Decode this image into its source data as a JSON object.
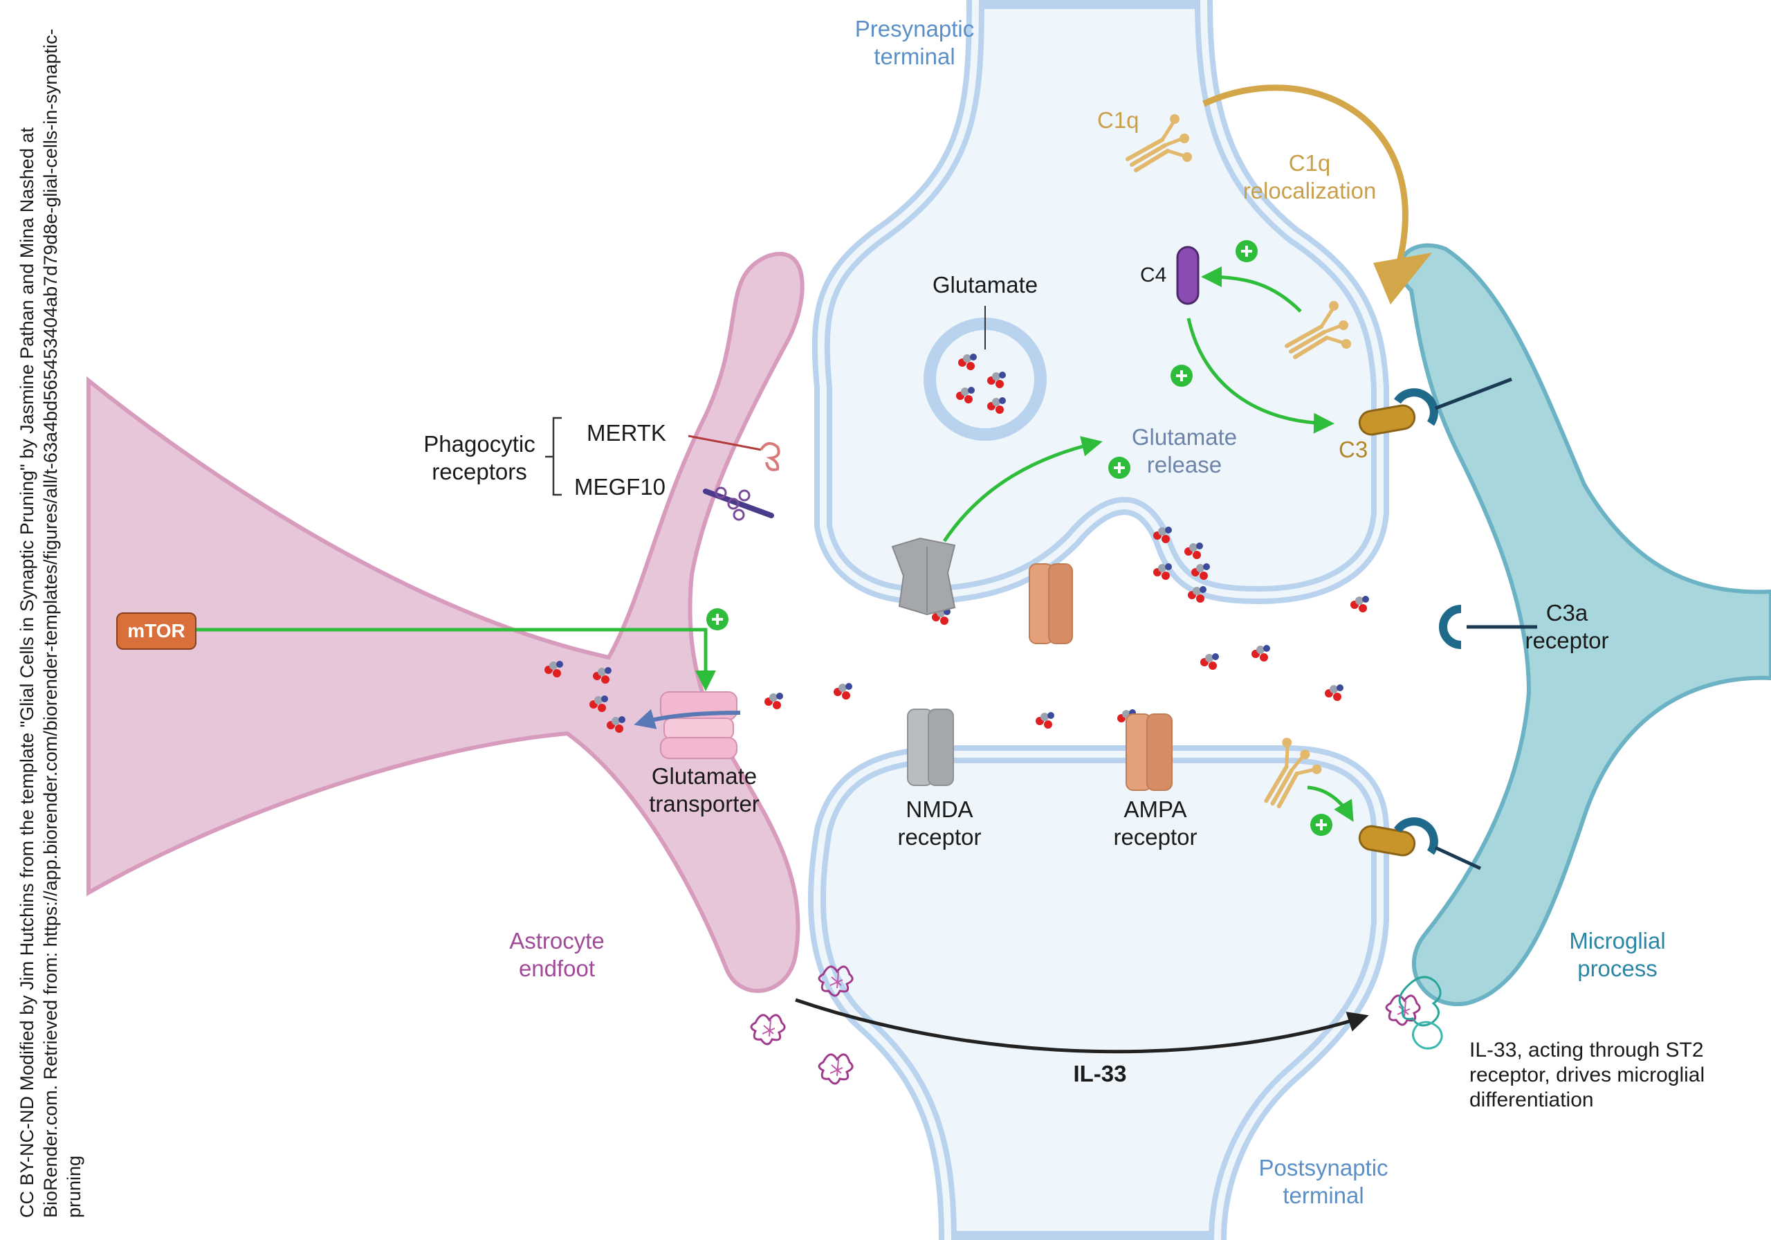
{
  "credit": "CC BY-NC-ND Modified by Jim Hutchins from the template \"Glial Cells in Synaptic Pruning\" by Jasmine Pathan and Mina Nashed at BioRender.com. Retrieved from: https://app.biorender.com/biorender-templates/figures/all/t-63a4bd565453404ab7d79d8e-glial-cells-in-synaptic-pruning",
  "labels": {
    "presynaptic": [
      "Presynaptic",
      "terminal"
    ],
    "postsynaptic": [
      "Postsynaptic",
      "terminal"
    ],
    "astrocyte": [
      "Astrocyte",
      "endfoot"
    ],
    "microglial": [
      "Microglial",
      "process"
    ],
    "c1q": "C1q",
    "c1q_relocalization": [
      "C1q",
      "relocalization"
    ],
    "c4": "C4",
    "c3": "C3",
    "c3a_receptor": [
      "C3a",
      "receptor"
    ],
    "glutamate": "Glutamate",
    "glutamate_release": [
      "Glutamate",
      "release"
    ],
    "phagocytic_receptors": [
      "Phagocytic",
      "receptors"
    ],
    "mertk": "MERTK",
    "megf10": "MEGF10",
    "mtor": "mTOR",
    "glutamate_transporter": [
      "Glutamate",
      "transporter"
    ],
    "nmda_receptor": [
      "NMDA",
      "receptor"
    ],
    "ampa_receptor": [
      "AMPA",
      "receptor"
    ],
    "il33": "IL-33",
    "il33_note": [
      "IL-33, acting through ST2",
      "receptor, drives microglial",
      "differentiation"
    ]
  },
  "colors": {
    "neuron_fill": "#eef5fb",
    "neuron_membrane": "#b9d3ee",
    "astrocyte_fill": "#e8c6da",
    "astrocyte_edge": "#d79bbd",
    "microglia_fill": "#a7d6dd",
    "microglia_edge": "#6bb3c4",
    "activation_arrow": "#2ebd3a",
    "c1q_color": "#e2b86c",
    "c3_color": "#c9952a",
    "c4_color": "#8a4bb3",
    "mtor_color": "#d9703b"
  },
  "icons": [
    "plus-circle-icon",
    "glutamate-molecule-icon",
    "c1q-protein-icon",
    "il33-protein-icon",
    "receptor-channel-icon"
  ]
}
